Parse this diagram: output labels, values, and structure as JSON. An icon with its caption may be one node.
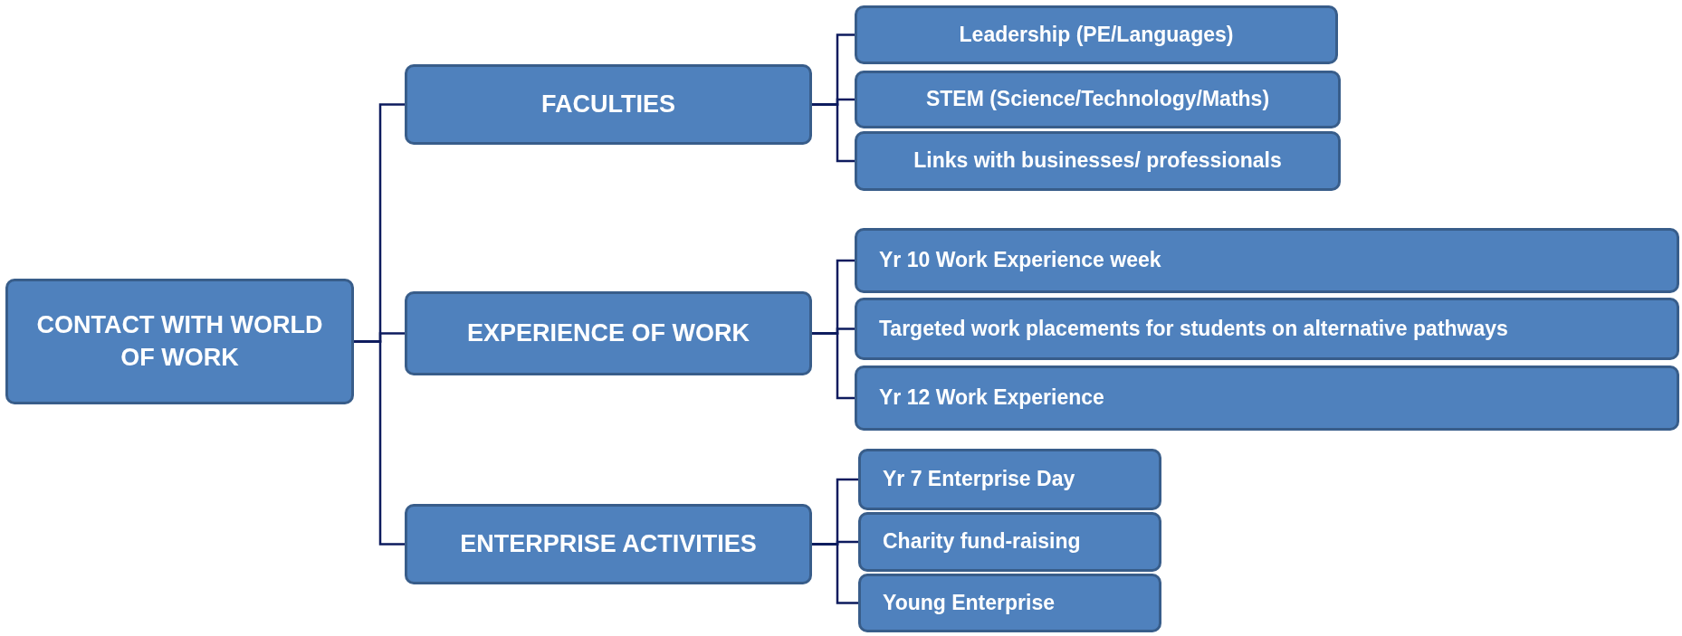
{
  "diagram": {
    "nodes": [
      {
        "text": [
          "CONTACT WITH WORLD OF WORK"
        ]
      },
      {
        "text": [
          "FACULTIES"
        ]
      },
      {
        "text": [
          "EXPERIENCE OF WORK"
        ]
      },
      {
        "text": [
          "ENTERPRISE ACTIVITIES"
        ]
      },
      {
        "text": [
          "Leadership (PE/Languages)"
        ]
      },
      {
        "text": [
          "STEM (Science/Technology/Maths)"
        ]
      },
      {
        "text": [
          "Links with businesses/ professionals"
        ]
      },
      {
        "text": [
          "Yr 10 Work Experience week"
        ]
      },
      {
        "text": [
          "Targeted work placements for students on alternative pathways"
        ]
      },
      {
        "text": [
          "Yr 12  Work Experience"
        ]
      },
      {
        "text": [
          "Yr 7 Enterprise Day"
        ]
      },
      {
        "text": [
          "Charity fund-raising"
        ]
      },
      {
        "text": [
          "Young Enterprise"
        ]
      }
    ],
    "edges": [
      {
        "from": 0,
        "to": 1,
        "arrow": "none"
      },
      {
        "from": 0,
        "to": 2,
        "arrow": "none"
      },
      {
        "from": 0,
        "to": 3,
        "arrow": "none"
      },
      {
        "from": 1,
        "to": 4,
        "arrow": "none"
      },
      {
        "from": 1,
        "to": 5,
        "arrow": "none"
      },
      {
        "from": 1,
        "to": 6,
        "arrow": "none"
      },
      {
        "from": 2,
        "to": 7,
        "arrow": "none"
      },
      {
        "from": 2,
        "to": 8,
        "arrow": "none"
      },
      {
        "from": 2,
        "to": 9,
        "arrow": "none"
      },
      {
        "from": 3,
        "to": 10,
        "arrow": "none"
      },
      {
        "from": 3,
        "to": 11,
        "arrow": "none"
      },
      {
        "from": 3,
        "to": 12,
        "arrow": "none"
      }
    ]
  }
}
